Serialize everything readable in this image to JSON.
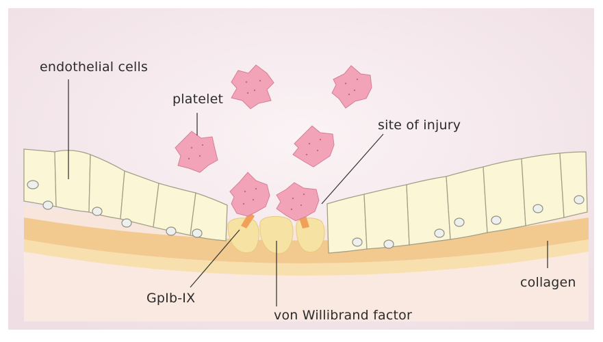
{
  "labels": {
    "endothelial_cells": "endothelial cells",
    "platelet": "platelet",
    "site_of_injury": "site of injury",
    "gpib_ix": "GpIb-IX",
    "von_willibrand": "von Willibrand factor",
    "collagen": "collagen"
  },
  "colors": {
    "background": "#f7ecef",
    "frame": "#d8cfd6",
    "endothelial_fill": "#fbf7d6",
    "endothelial_stroke": "#a29f86",
    "collagen_dark": "#f2c98f",
    "collagen_light": "#f8dfae",
    "subendothelium": "#f6d9c3",
    "vwf": "#f6e2a3",
    "platelet": "#f2a3b8",
    "platelet_dot": "#c9667f",
    "gpib": "#f1a05a",
    "text": "#2b2b2b",
    "leader": "#3a3a3a"
  },
  "icons": [
    "platelet-icon",
    "endothelial-cell-icon",
    "nucleus-icon",
    "vwf-icon",
    "gpib-ix-receptor-icon"
  ]
}
